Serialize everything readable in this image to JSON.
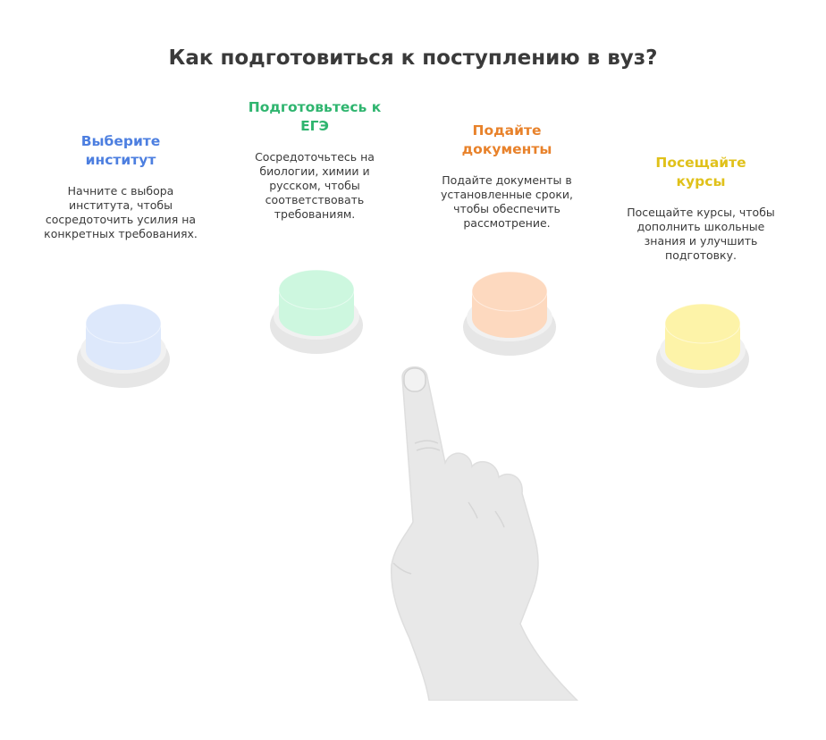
{
  "title": "Как подготовиться к поступлению в вуз?",
  "steps": [
    {
      "heading": "Выберите институт",
      "text": "Начните с выбора института, чтобы сосредоточить усилия на конкретных требованиях.",
      "color": "#4d7fe0",
      "button_color": "#dde8fb"
    },
    {
      "heading": "Подготовьтесь к ЕГЭ",
      "text": "Сосредоточьтесь на биологии, химии и русском, чтобы соответствовать требованиям.",
      "color": "#2fb56f",
      "button_color": "#cdf7df"
    },
    {
      "heading": "Подайте документы",
      "text": "Подайте документы в установленные сроки, чтобы обеспечить рассмотрение.",
      "color": "#e8822b",
      "button_color": "#fdd9bf"
    },
    {
      "heading": "Посещайте курсы",
      "text": "Посещайте курсы, чтобы дополнить школьные знания и улучшить подготовку.",
      "color": "#e0c11a",
      "button_color": "#fdf3a8"
    }
  ],
  "hand_icon": "pointing-hand-icon"
}
